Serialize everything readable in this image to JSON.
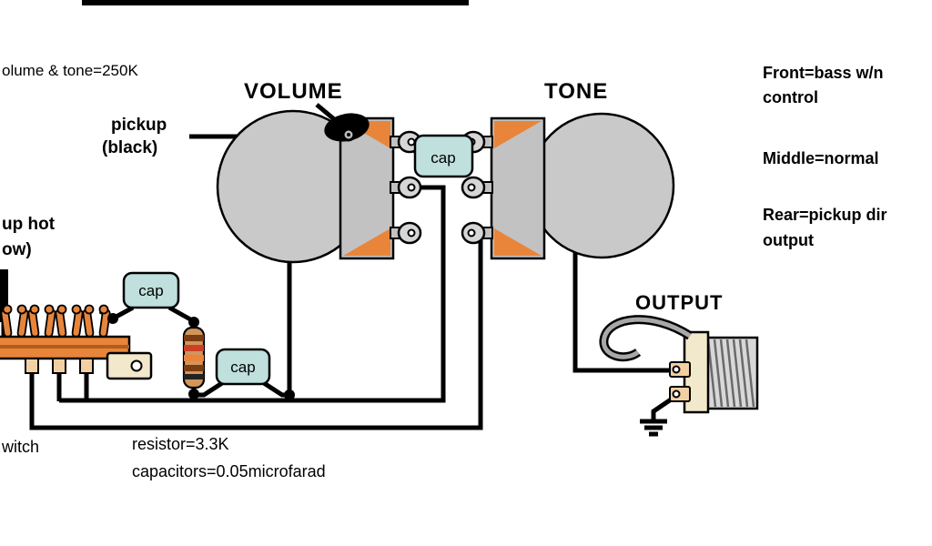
{
  "diagram": {
    "labels": {
      "pot_values": "olume & tone=250K",
      "volume": "VOLUME",
      "tone": "TONE",
      "output": "OUTPUT",
      "pickup_1": "pickup",
      "pickup_2": "(black)",
      "hot_1": "up hot",
      "hot_2": "ow)",
      "switch": "witch",
      "resistor_value": "resistor=3.3K",
      "capacitor_value": "capacitors=0.05microfarad",
      "cap": "cap"
    },
    "notes": {
      "front_1": "Front=bass w/n",
      "front_2": "control",
      "middle": "Middle=normal",
      "rear_1": "Rear=pickup dir",
      "rear_2": "output"
    },
    "colors": {
      "wire": "#000000",
      "pot_body": "#c9c9c9",
      "pot_accent": "#e8853a",
      "cap_fill": "#bfe0dc",
      "jack_plate": "#f2e8cc",
      "lug_beige": "#f3cfa4",
      "resistor_body": "#d2955c"
    }
  }
}
